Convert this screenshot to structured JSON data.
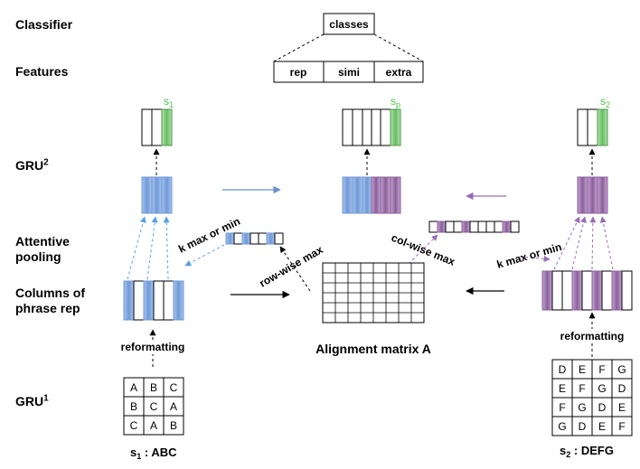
{
  "row_labels": {
    "classifier": "Classifier",
    "features": "Features",
    "gru2": "GRU",
    "gru2_sup": "2",
    "attentive_line1": "Attentive",
    "attentive_line2": "pooling",
    "columns_line1": "Columns of",
    "columns_line2": "phrase rep",
    "gru1": "GRU",
    "gru1_sup": "1"
  },
  "top": {
    "classes": "classes",
    "features": [
      "rep",
      "simi",
      "extra"
    ]
  },
  "tags": {
    "s1": "s",
    "s1_sub": "1",
    "sp": "s",
    "sp_sub": "p",
    "s2": "s",
    "s2_sub": "2"
  },
  "arrow_labels": {
    "k_left": "k max or min",
    "row_wise": "row-wise max",
    "col_wise": "col-wise max",
    "k_right": "k max or min",
    "reformat_left": "reformatting",
    "reformat_right": "reformatting"
  },
  "matrix_label": "Alignment matrix A",
  "grid_left": [
    [
      "A",
      "B",
      "C"
    ],
    [
      "B",
      "C",
      "A"
    ],
    [
      "C",
      "A",
      "B"
    ]
  ],
  "grid_right": [
    [
      "D",
      "E",
      "F",
      "G"
    ],
    [
      "E",
      "F",
      "G",
      "D"
    ],
    [
      "F",
      "G",
      "D",
      "E"
    ],
    [
      "G",
      "D",
      "E",
      "F"
    ]
  ],
  "captions": {
    "s1_prefix": "s",
    "s1_sub": "1",
    "s1_text": "ABC",
    "s2_prefix": "s",
    "s2_sub": "2",
    "s2_text": "DEFG"
  },
  "colors": {
    "blue": "#6f9ad8",
    "blue_light": "#c9daf6",
    "purple": "#8b5f9a",
    "purple_light": "#d7c3e0",
    "green": "#5fbf5f",
    "green_light": "#cde9c9",
    "arrow_blue": "#6b8fcf",
    "arrow_purple": "#9a6ab5"
  }
}
